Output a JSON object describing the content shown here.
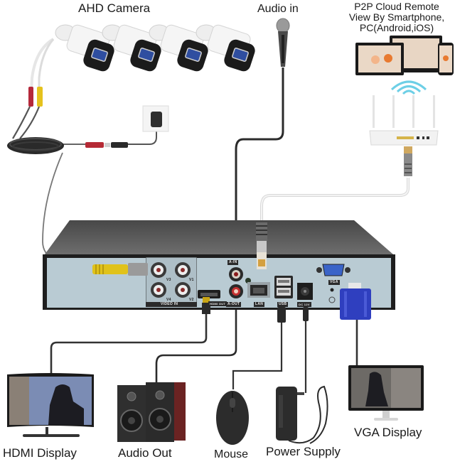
{
  "diagram": {
    "title": "DVR Connection Diagram",
    "devices": {
      "cameras": {
        "label": "AHD Camera",
        "count": 4
      },
      "microphone": {
        "label": "Audio in"
      },
      "remote_view": {
        "label_lines": [
          "P2P Cloud Remote",
          "View By Smartphone,",
          "PC(Android,iOS)"
        ]
      },
      "router": {
        "label": ""
      },
      "hdmi_display": {
        "label": "HDMI Display"
      },
      "speakers": {
        "label": "Audio Out"
      },
      "mouse": {
        "label": "Mouse"
      },
      "power_supply": {
        "label": "Power Supply"
      },
      "vga_display": {
        "label": "VGA Display"
      }
    },
    "dvr_ports": {
      "video_in": "VIDEO IN",
      "channels": [
        "V3",
        "V1",
        "V4",
        "V2"
      ],
      "audio_in": "A-IN",
      "audio_out": "A-OUT",
      "hdmi": "HDMI OUT",
      "lan": "LAN",
      "usb": "USB",
      "power": "DC 12V",
      "vga": "VGA"
    },
    "colors": {
      "dvr_body": "#4a4a4a",
      "dvr_panel": "#b9cbd3",
      "cable": "#3a3a3a",
      "vga_connector": "#2f3fbf",
      "bnc_yellow": "#e0c21a",
      "wifi_arc": "#49c3e0"
    }
  }
}
